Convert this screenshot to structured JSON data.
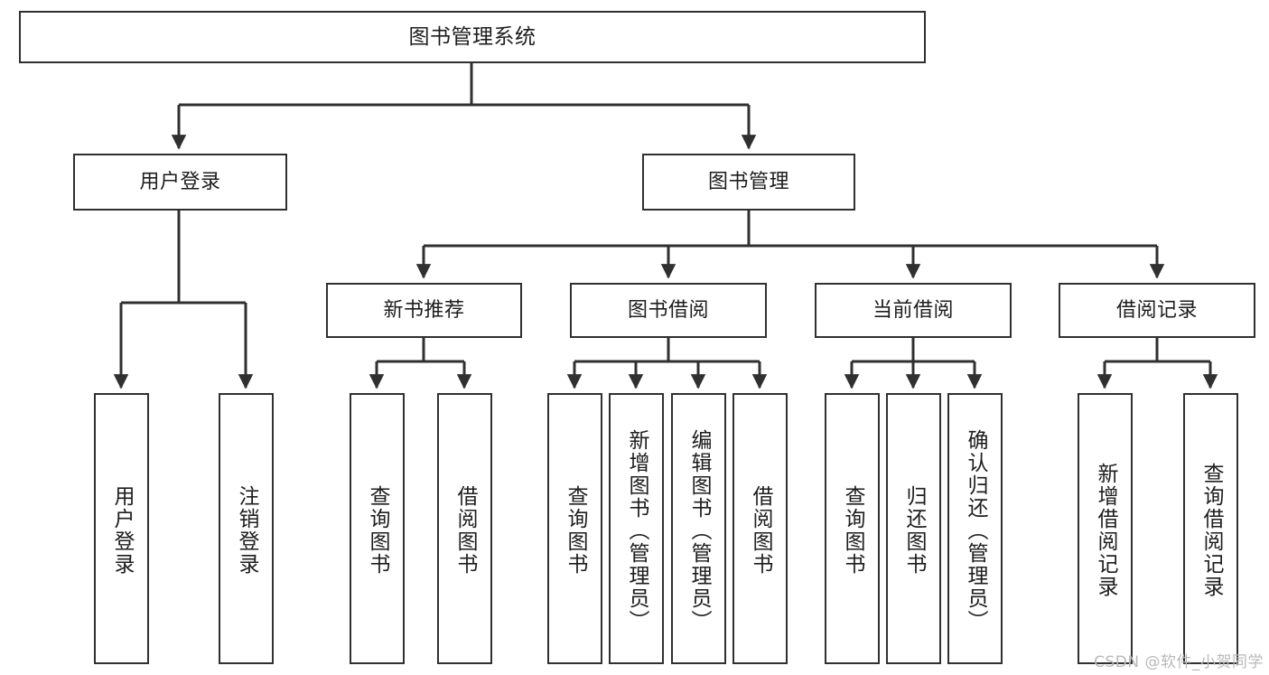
{
  "diagram": {
    "title": "图书管理系统",
    "type": "tree-hierarchy-chart",
    "stroke_color": "#303030",
    "text_color": "#1d1d1d",
    "background_color": "#ffffff",
    "nodes": {
      "root": {
        "label": "图书管理系统"
      },
      "level2": [
        {
          "id": "user-login",
          "label": "用户登录"
        },
        {
          "id": "book-manage",
          "label": "图书管理"
        }
      ],
      "level3": [
        {
          "id": "new-book-recommend",
          "label": "新书推荐"
        },
        {
          "id": "book-borrow",
          "label": "图书借阅"
        },
        {
          "id": "current-borrow",
          "label": "当前借阅"
        },
        {
          "id": "borrow-record",
          "label": "借阅记录"
        }
      ],
      "leaves": {
        "user_login": [
          {
            "id": "leaf-user-login",
            "label": "用户登录"
          },
          {
            "id": "leaf-logout-login",
            "label": "注销登录"
          }
        ],
        "new_book_recommend": [
          {
            "id": "leaf-query-book-1",
            "label": "查询图书"
          },
          {
            "id": "leaf-borrow-book-1",
            "label": "借阅图书"
          }
        ],
        "book_borrow": [
          {
            "id": "leaf-query-book-2",
            "label": "查询图书"
          },
          {
            "id": "leaf-add-book",
            "label": "新增图书（管理员）"
          },
          {
            "id": "leaf-edit-book",
            "label": "编辑图书（管理员）"
          },
          {
            "id": "leaf-borrow-book-2",
            "label": "借阅图书"
          }
        ],
        "current_borrow": [
          {
            "id": "leaf-query-book-3",
            "label": "查询图书"
          },
          {
            "id": "leaf-return-book",
            "label": "归还图书"
          },
          {
            "id": "leaf-confirm-return",
            "label": "确认归还（管理员）"
          }
        ],
        "borrow_record": [
          {
            "id": "leaf-add-record",
            "label": "新增借阅记录"
          },
          {
            "id": "leaf-query-record",
            "label": "查询借阅记录"
          }
        ]
      }
    }
  },
  "watermark": {
    "text": "CSDN @软件_小贺同学"
  }
}
